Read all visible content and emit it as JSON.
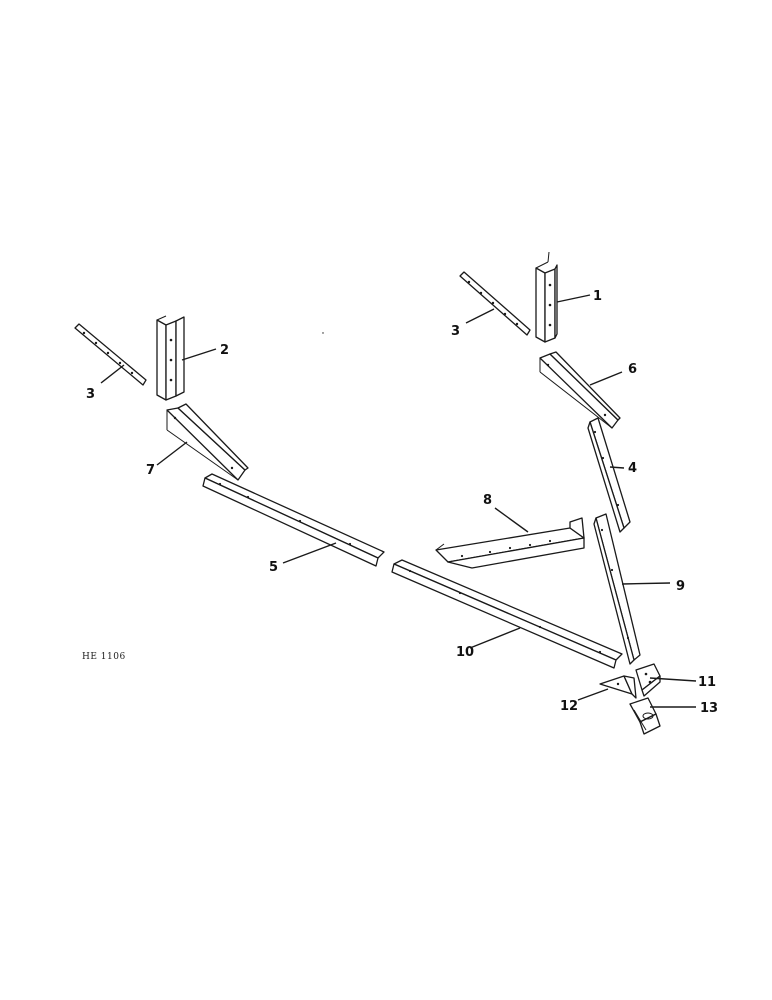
{
  "figure_code": "HE 1106",
  "callouts": {
    "c1": "1",
    "c2": "2",
    "c3_left": "3",
    "c3_right": "3",
    "c4": "4",
    "c5": "5",
    "c6": "6",
    "c7": "7",
    "c8": "8",
    "c9": "9",
    "c10": "10",
    "c11": "11",
    "c12": "12",
    "c13": "13"
  }
}
